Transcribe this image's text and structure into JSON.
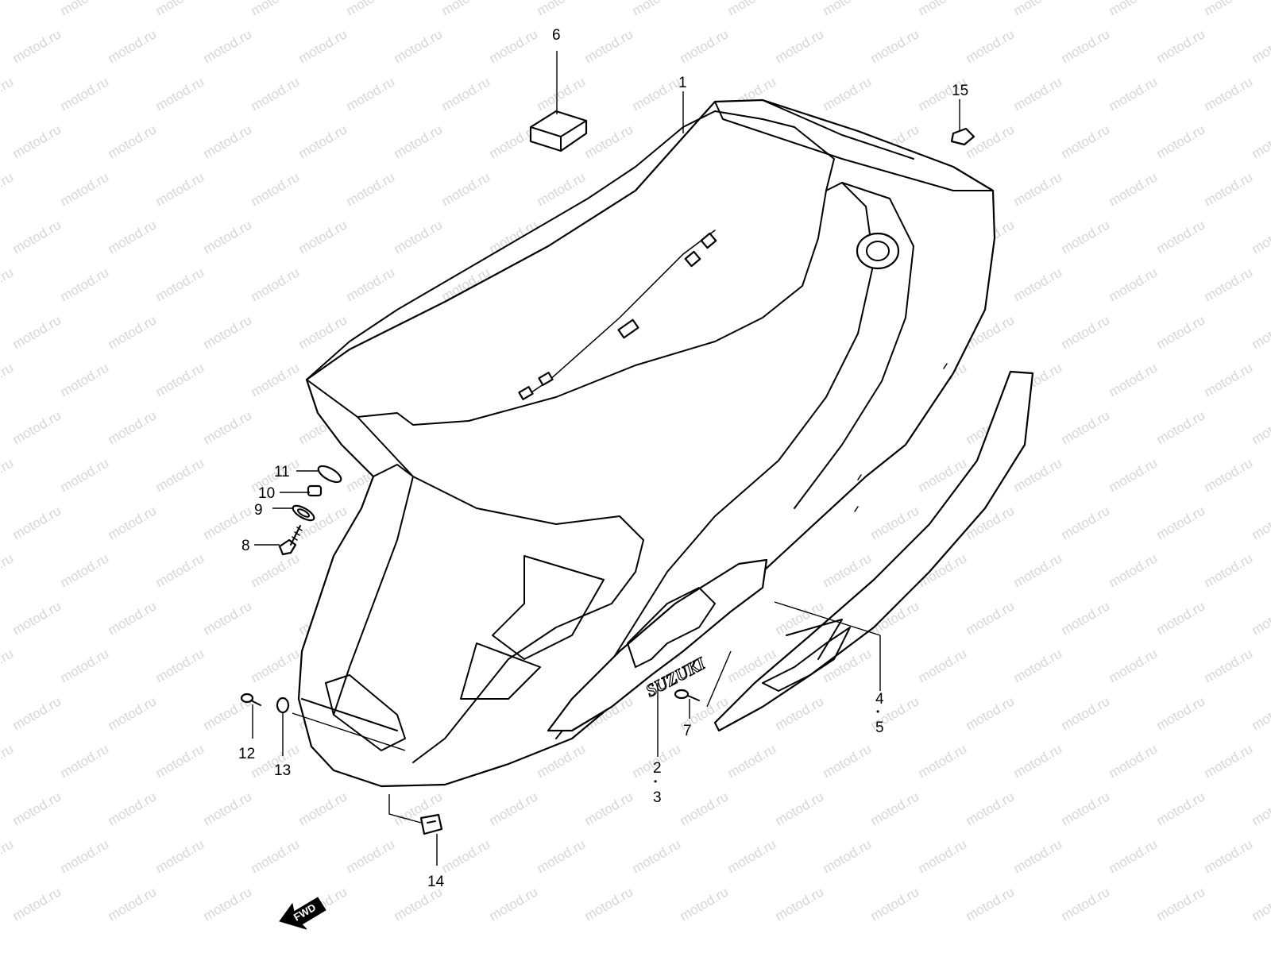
{
  "watermark": "motod.ru",
  "brand_text": "SUZUKI",
  "fwd_label": "FWD",
  "callouts": {
    "c1": "1",
    "c2": "2",
    "c3": "3",
    "c4": "4",
    "c5": "5",
    "c6": "6",
    "c7": "7",
    "c8": "8",
    "c9": "9",
    "c10": "10",
    "c11": "11",
    "c12": "12",
    "c13": "13",
    "c14": "14",
    "c15": "15",
    "dot": "•"
  }
}
